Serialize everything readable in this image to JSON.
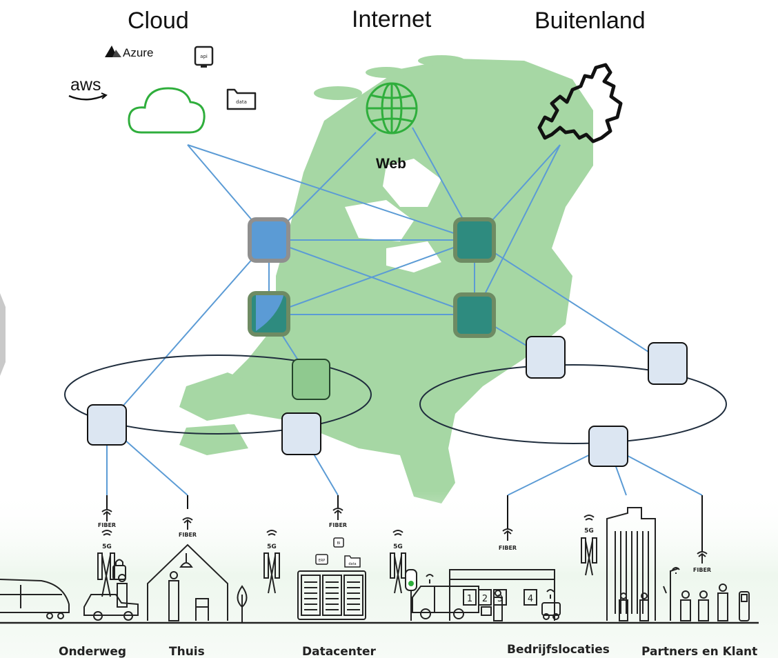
{
  "headers": {
    "cloud": "Cloud",
    "internet": "Internet",
    "buitenland": "Buitenland"
  },
  "cloud": {
    "azure": "Azure",
    "aws": "aws",
    "api": "api",
    "data": "data"
  },
  "internet": {
    "web": "Web"
  },
  "icons": {
    "fiber": "FIBER",
    "fiveg": "5G",
    "erp": "ERP",
    "data": "data",
    "bi": "BI"
  },
  "docks": [
    "1",
    "2",
    "3",
    "4"
  ],
  "locations": [
    "Onderweg",
    "Thuis",
    "Datacenter",
    "Bedrijfslocaties",
    "Partners en Klant"
  ],
  "colors": {
    "map": "#a6d7a4",
    "link": "#5b9bd5",
    "core_blue": "#5b9bd5",
    "core_teal": "#2e8b7f",
    "access_fill": "#dce6f2",
    "edge_green": "#8fc98f",
    "icon_green": "#2fae3c"
  }
}
